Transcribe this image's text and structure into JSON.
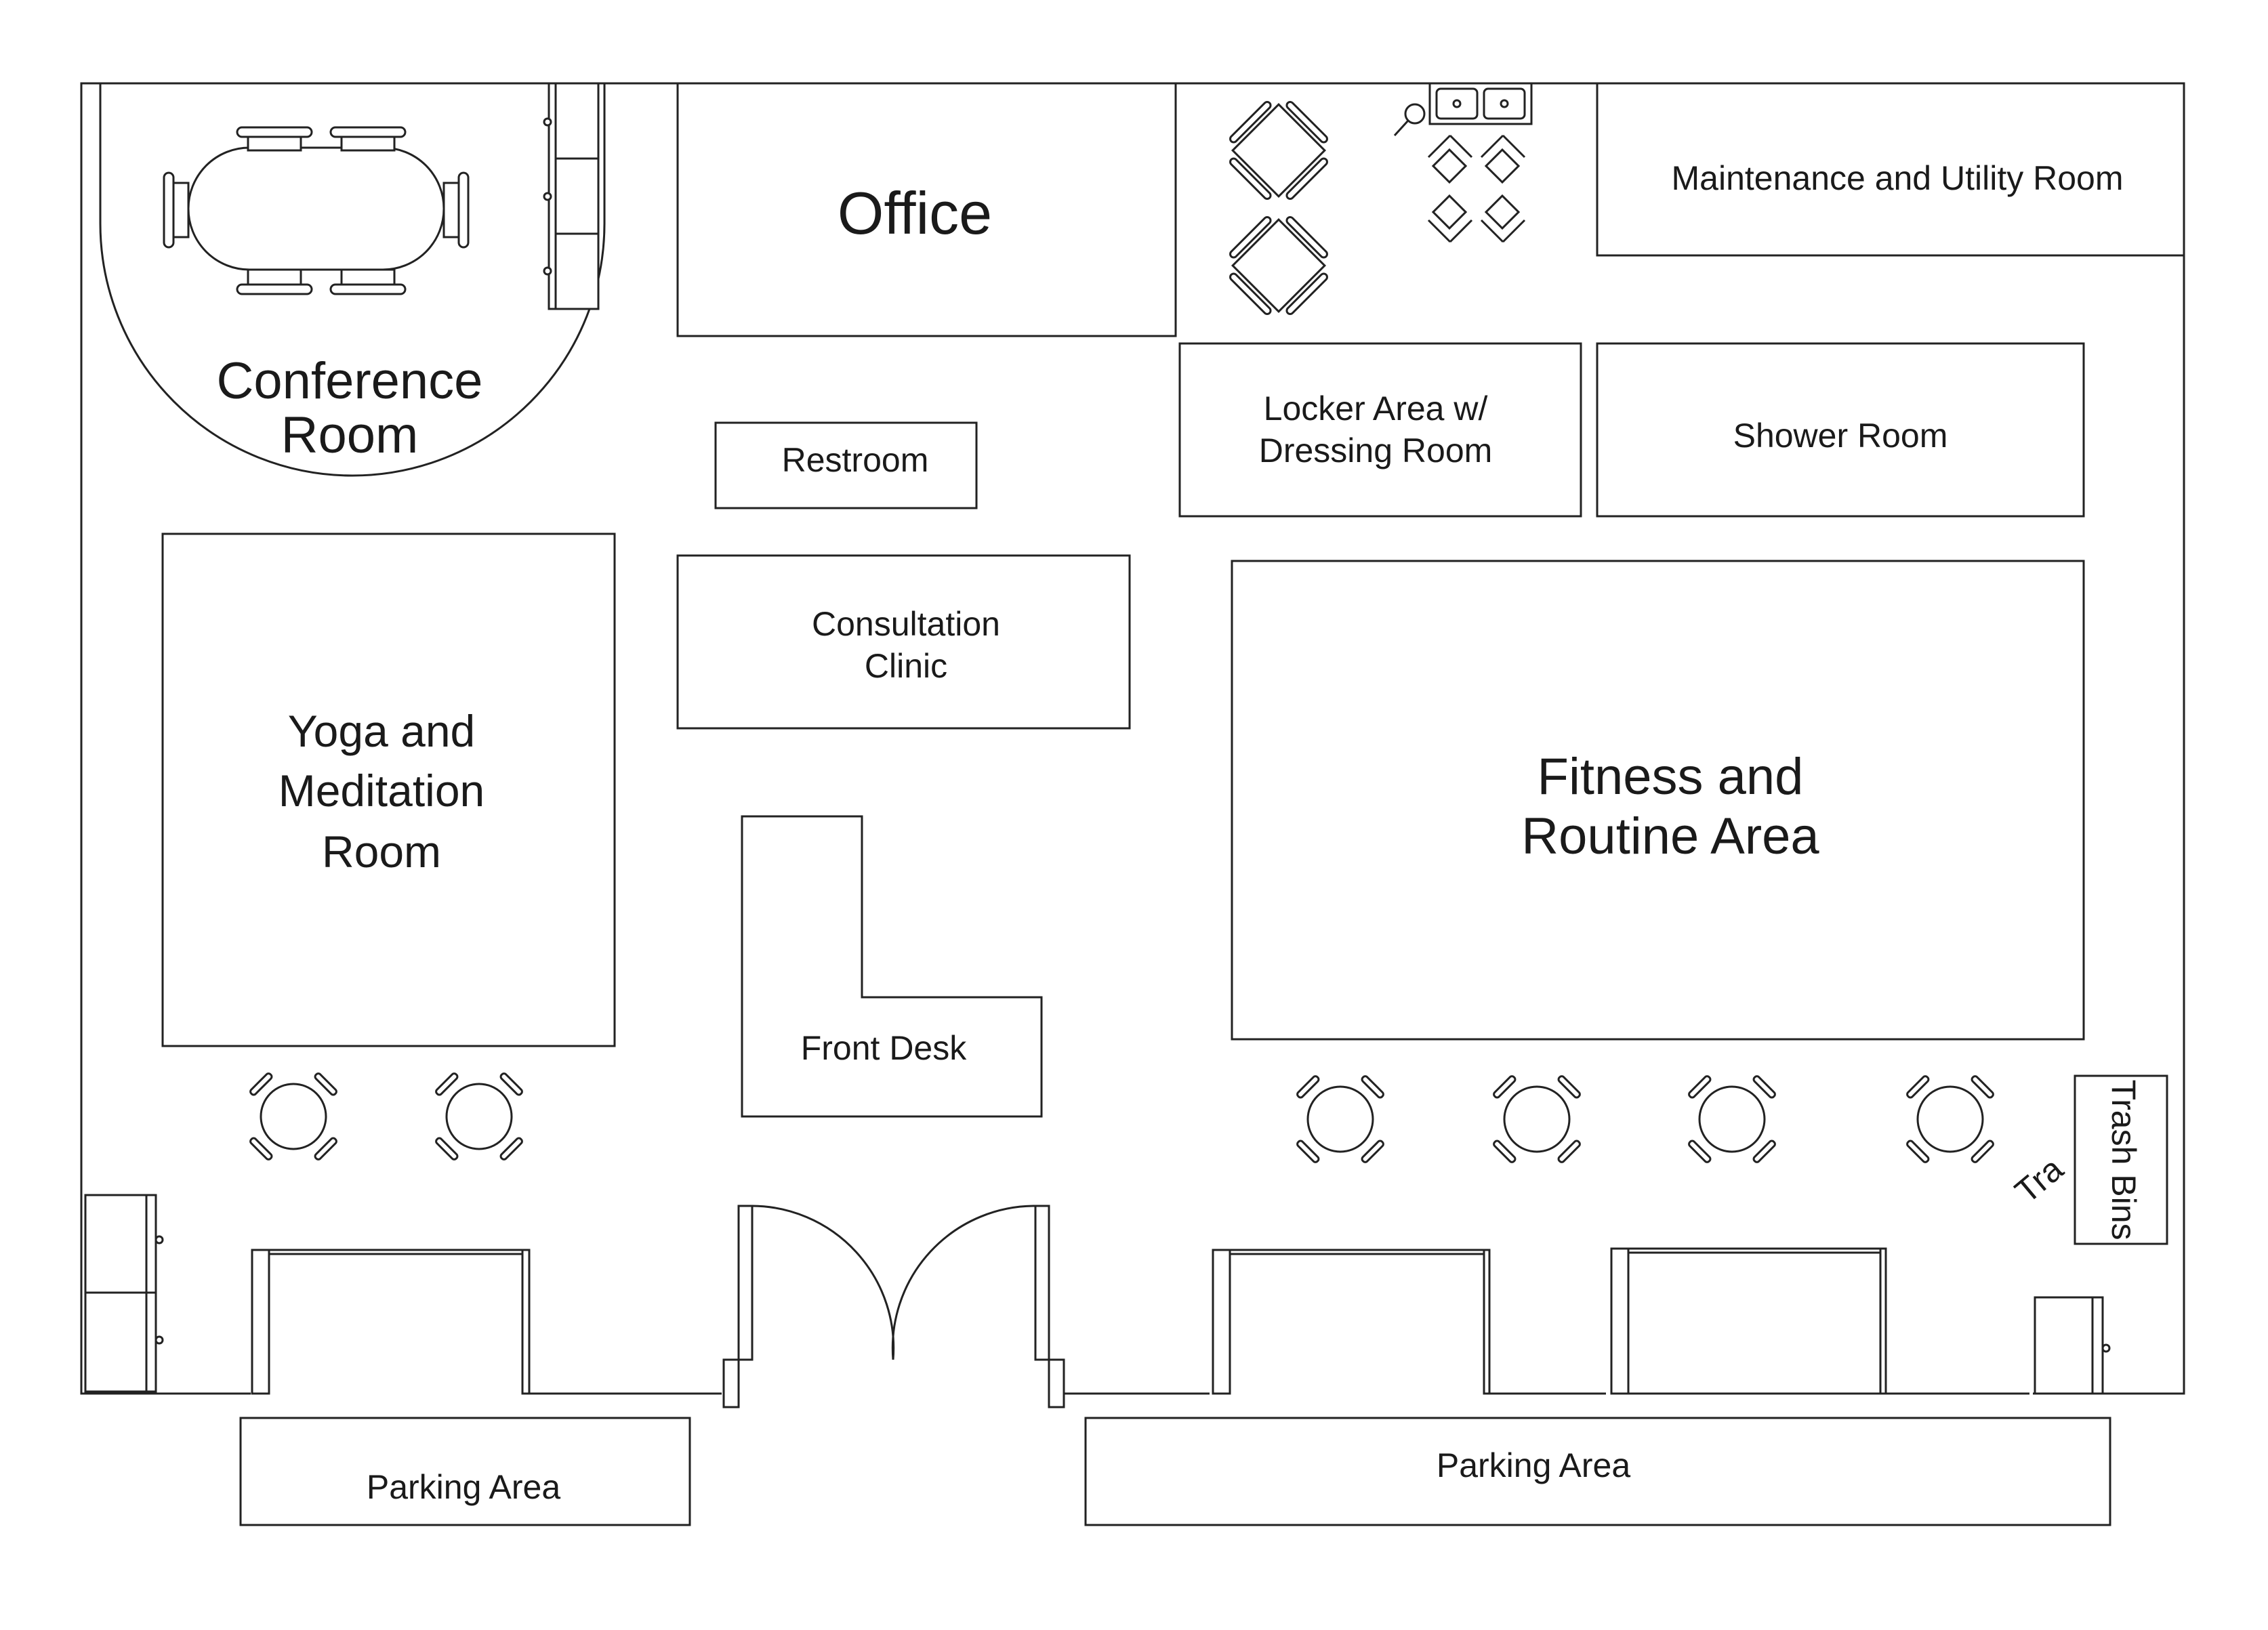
{
  "rooms": {
    "conference": [
      "Conference",
      "Room"
    ],
    "office": "Office",
    "maintenance": "Maintenance and Utility Room",
    "locker": [
      "Locker Area w/",
      "Dressing Room"
    ],
    "shower": "Shower Room",
    "restroom": "Restroom",
    "consultation": [
      "Consultation",
      "Clinic"
    ],
    "yoga": [
      "Yoga and",
      "Meditation",
      "Room"
    ],
    "fitness": [
      "Fitness and",
      "Routine Area"
    ],
    "front_desk": "Front Desk",
    "trash_bins": "Trash Bins",
    "trash_partial": "Tra",
    "parking_left": "Parking Area",
    "parking_right": "Parking Area"
  },
  "colors": {
    "line": "#222222",
    "background": "#ffffff"
  }
}
